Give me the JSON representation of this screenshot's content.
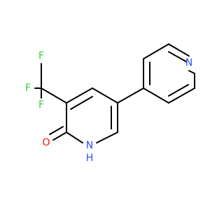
{
  "atoms": {
    "f_top": {
      "text": "F",
      "color": "#33cc33"
    },
    "f_left": {
      "text": "F",
      "color": "#33cc33"
    },
    "f_bottom": {
      "text": "F",
      "color": "#33cc33"
    },
    "n_pyridine": {
      "text": "N",
      "color": "#3050f8"
    },
    "o_carbonyl": {
      "text": "O",
      "color": "#ff0d0d"
    },
    "n_pyridone": {
      "text": "N",
      "color": "#3050f8"
    },
    "h_pyridone": {
      "text": "H",
      "color": "#3050f8"
    }
  }
}
